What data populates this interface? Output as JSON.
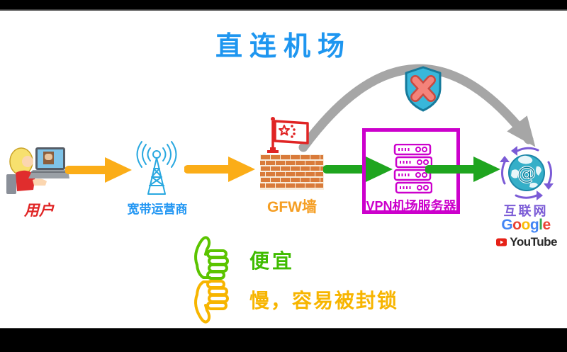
{
  "title": "直连机场",
  "diagram": {
    "user": {
      "label": "用户"
    },
    "isp": {
      "label": "宽带运营商"
    },
    "gfw": {
      "label": "GFW墙"
    },
    "vpn_server": {
      "label": "VPN机场服务器"
    },
    "internet": {
      "label": "互联网"
    }
  },
  "brands": {
    "google_letters": [
      "G",
      "o",
      "o",
      "g",
      "l",
      "e"
    ],
    "youtube": "YouTube"
  },
  "verdict": {
    "pro": "便宜",
    "con": "慢，容易被封锁"
  },
  "colors": {
    "title_blue": "#1E96F0",
    "arrow_orange": "#FBAD18",
    "arrow_green": "#1FA51F",
    "vpn_magenta": "#CC00CC",
    "flag_red": "#E02424",
    "isp_blue": "#2196F3",
    "gfw_orange": "#F59E23",
    "internet_purple": "#7B5BD6",
    "blocked_arrow_gray": "#A6A6A6",
    "shield_teal": "#39B7DA",
    "shield_x_red": "#F4837A",
    "thumb_up_green": "#5BC400",
    "thumb_down_yellow": "#F7B500"
  }
}
